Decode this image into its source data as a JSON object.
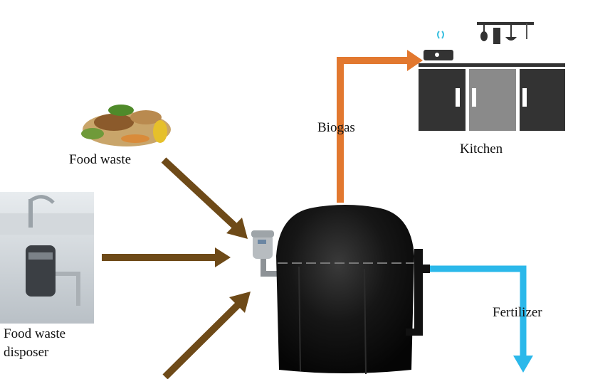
{
  "labels": {
    "food_waste": "Food waste",
    "disposer_line1": "Food waste",
    "disposer_line2": "disposer",
    "biogas": "Biogas",
    "kitchen": "Kitchen",
    "fertilizer": "Fertilizer"
  },
  "colors": {
    "biogas_arrow": "#e2782f",
    "input_arrow": "#6e4a18",
    "fertilizer_arrow": "#2bb8ea",
    "tank": "#141414",
    "cabinet_dark": "#333333",
    "cabinet_light": "#8a8a8a"
  }
}
